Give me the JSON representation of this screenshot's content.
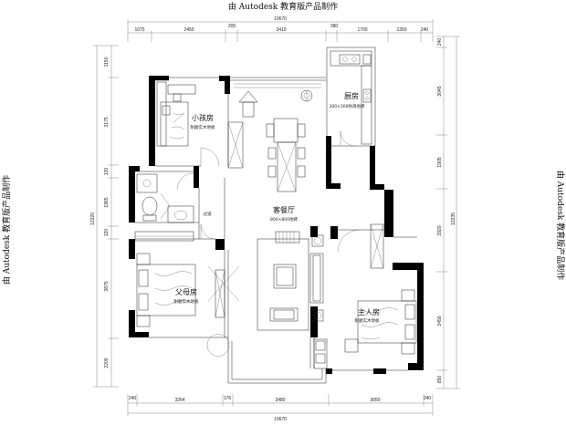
{
  "watermark": {
    "top": "由 Autodesk 教育版产品制作",
    "left": "由 Autodesk 教育版产品制作",
    "right": "由 Autodesk 教育版产品制作"
  },
  "dims": {
    "top_total": "10670",
    "top_row": [
      "1075",
      "2450",
      "205",
      "3410",
      "380",
      "1700",
      "1350",
      "240"
    ],
    "bottom_row": [
      "240",
      "3264",
      "176",
      "3480",
      "3050",
      "240"
    ],
    "bottom_total": "10670",
    "left_row": [
      "1150",
      "3175",
      "120",
      "1965",
      "120",
      "3875",
      "2200"
    ],
    "left_total": "12220",
    "right_row": [
      "240",
      "3045",
      "1905",
      "2920",
      "3450",
      "850"
    ],
    "right_total": "12235"
  },
  "rooms": {
    "kid_room": {
      "name": "小孩房",
      "floor": "耐磨实木地板"
    },
    "kitchen": {
      "name": "厨房",
      "floor": "300×300防滑地砖"
    },
    "living": {
      "name": "客餐厅",
      "floor": "800×800地砖"
    },
    "parents": {
      "name": "父母房",
      "floor": "耐磨实木地板"
    },
    "master": {
      "name": "主人房",
      "floor": "耐磨实木地板"
    },
    "corridor": {
      "name": "过道"
    }
  }
}
